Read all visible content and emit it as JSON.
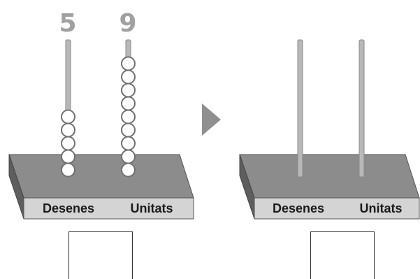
{
  "colors": {
    "board_top": "#8c8c8c",
    "board_front": "#d4d4d4",
    "board_side": "#5e5e5e",
    "rod": "#b8b8b8",
    "bead_fill": "#ffffff",
    "bead_stroke": "#707070",
    "digit": "#a0a0a0",
    "arrow": "#8f8f8f"
  },
  "abacus_left": {
    "tens_digit": "5",
    "units_digit": "9",
    "tens_label": "Desenes",
    "units_label": "Unitats",
    "tens_beads": 5,
    "units_beads": 9
  },
  "abacus_right": {
    "tens_label": "Desenes",
    "units_label": "Unitats",
    "tens_beads": 0,
    "units_beads": 0
  },
  "arrow_icon": "play-triangle-icon"
}
